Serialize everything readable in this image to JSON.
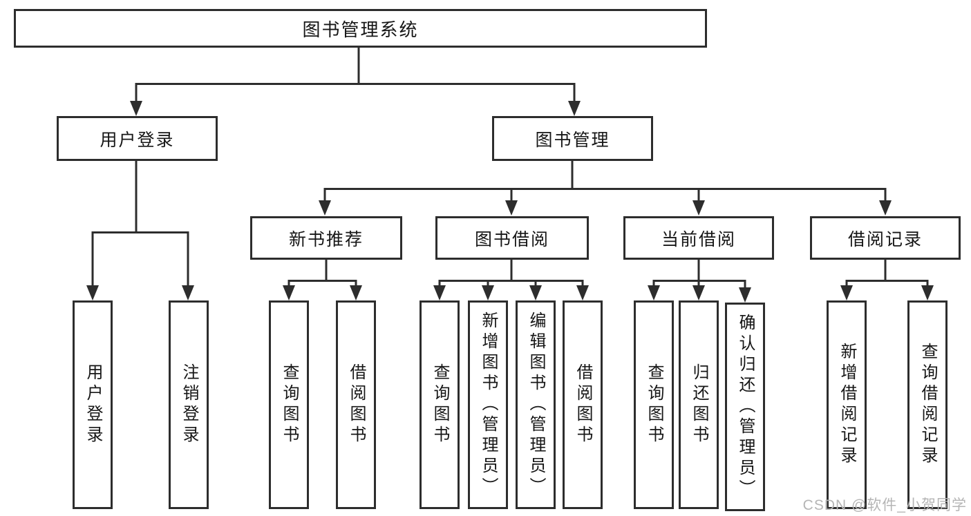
{
  "diagram": {
    "type": "hierarchy-tree",
    "nodes": {
      "root": "图书管理系统",
      "user_login_branch": "用户登录",
      "book_mgmt_branch": "图书管理",
      "new_book_rec": "新书推荐",
      "book_borrow": "图书借阅",
      "current_borrow": "当前借阅",
      "borrow_records": "借阅记录",
      "leaf_user_login": "用户登录",
      "leaf_logout": "注销登录",
      "leaf_nb_query": "查询图书",
      "leaf_nb_borrow": "借阅图书",
      "leaf_bb_query": "查询图书",
      "leaf_bb_add": "新增图书（管理员）",
      "leaf_bb_edit": "编辑图书（管理员）",
      "leaf_bb_borrow": "借阅图书",
      "leaf_cb_query": "查询图书",
      "leaf_cb_return": "归还图书",
      "leaf_cb_confirm": "确认归还（管理员）",
      "leaf_br_add": "新增借阅记录",
      "leaf_br_query": "查询借阅记录"
    },
    "hierarchy": {
      "图书管理系统": {
        "用户登录": [
          "用户登录",
          "注销登录"
        ],
        "图书管理": {
          "新书推荐": [
            "查询图书",
            "借阅图书"
          ],
          "图书借阅": [
            "查询图书",
            "新增图书（管理员）",
            "编辑图书（管理员）",
            "借阅图书"
          ],
          "当前借阅": [
            "查询图书",
            "归还图书",
            "确认归还（管理员）"
          ],
          "借阅记录": [
            "新增借阅记录",
            "查询借阅记录"
          ]
        }
      }
    }
  },
  "watermark": "CSDN @软件_小贺同学",
  "colors": {
    "line": "#2d2d2d",
    "text": "#161616",
    "background": "#ffffff",
    "watermark": "#b5b5b5"
  }
}
